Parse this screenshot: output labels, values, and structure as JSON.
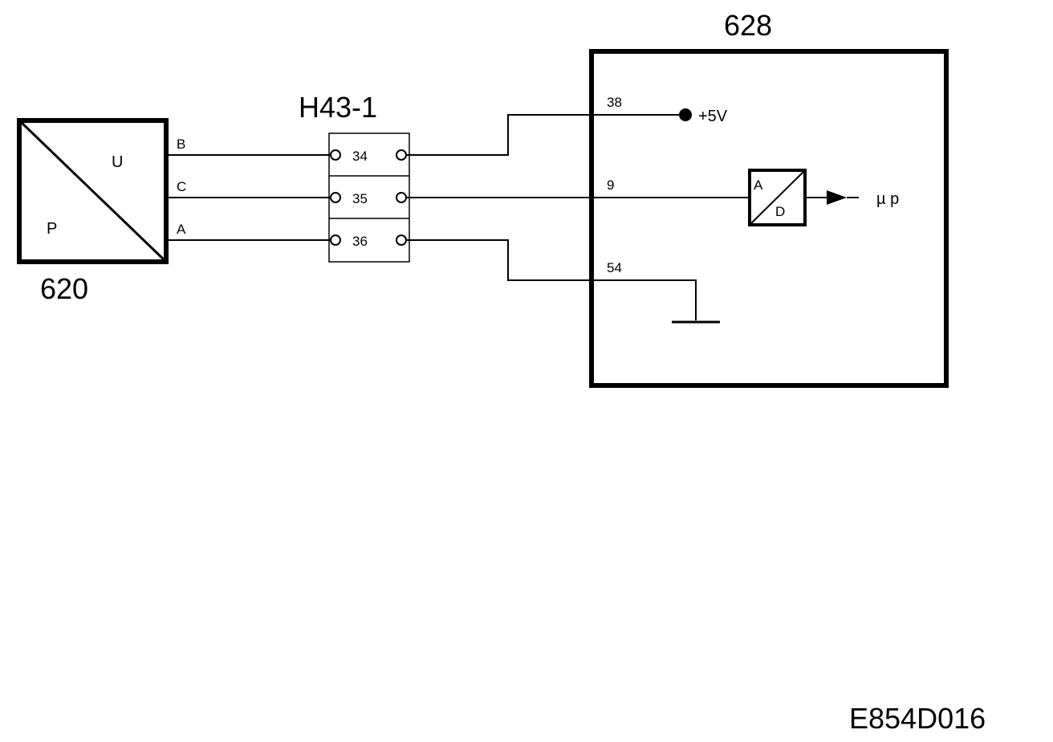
{
  "sensor": {
    "id": "620",
    "label_u": "U",
    "label_p": "P"
  },
  "wires": {
    "b": "B",
    "c": "C",
    "a": "A"
  },
  "connector": {
    "id": "H43-1",
    "terminals": [
      "34",
      "35",
      "36"
    ]
  },
  "ecu": {
    "id": "628",
    "pins": {
      "supply": "38",
      "signal": "9",
      "ground": "54"
    },
    "supply_voltage": "+5V",
    "adc": {
      "in_label": "A",
      "out_label": "D"
    },
    "processor_label": "µ p"
  },
  "drawing_code": "E854D016"
}
